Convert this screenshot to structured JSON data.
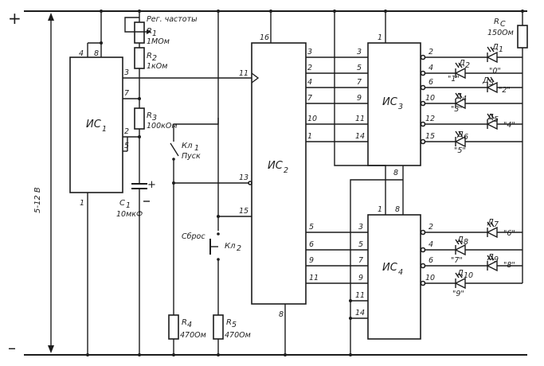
{
  "power": {
    "plus": "+",
    "minus": "–",
    "voltage": "5-12 В"
  },
  "chips": {
    "ic1": {
      "label": "ИС",
      "sub": "1",
      "pins": {
        "p4": "4",
        "p8": "8",
        "p3": "3",
        "p7": "7",
        "p2": "2",
        "p5": "5",
        "p1": "1"
      }
    },
    "ic2": {
      "label": "ИС",
      "sub": "2",
      "pins": {
        "p16": "16",
        "p11": "11",
        "p13": "13",
        "p15": "15",
        "p8": "8",
        "o3": "3",
        "o2": "2",
        "o4": "4",
        "o7": "7",
        "o10": "10",
        "o1": "1",
        "o5": "5",
        "o6": "6",
        "o9": "9",
        "o11": "11"
      }
    },
    "ic3": {
      "label": "ИС",
      "sub": "3",
      "pins": {
        "p1": "1",
        "p8": "8",
        "i3": "3",
        "i5": "5",
        "i7": "7",
        "i9": "9",
        "i11": "11",
        "i14": "14",
        "o2": "2",
        "o4": "4",
        "o6": "6",
        "o10": "10",
        "o12": "12",
        "o15": "15"
      }
    },
    "ic4": {
      "label": "ИС",
      "sub": "4",
      "pins": {
        "p1": "1",
        "p8": "8",
        "i3": "3",
        "i5": "5",
        "i7": "7",
        "i9": "9",
        "i11": "11",
        "i14": "14",
        "o2": "2",
        "o4": "4",
        "o6": "6",
        "o10": "10"
      }
    }
  },
  "parts": {
    "r1": {
      "label": "R",
      "sub": "1",
      "value": "1МОм",
      "note": "Рег. частоты"
    },
    "r2": {
      "label": "R",
      "sub": "2",
      "value": "1кОм"
    },
    "r3": {
      "label": "R",
      "sub": "3",
      "value": "100кОм"
    },
    "r4": {
      "label": "R",
      "sub": "4",
      "value": "470Ом"
    },
    "r5": {
      "label": "R",
      "sub": "5",
      "value": "470Ом"
    },
    "rc": {
      "label": "R",
      "sub": "С",
      "value": "150Ом"
    },
    "c1": {
      "label": "C",
      "sub": "1",
      "value": "10мкФ",
      "polarity": "+"
    },
    "kl1": {
      "label": "Кл",
      "sub": "1",
      "note": "Пуск"
    },
    "kl2": {
      "label": "Кл",
      "sub": "2",
      "note": "Сброс"
    }
  },
  "leds": [
    {
      "ref": "Д",
      "sub": "1",
      "digit": "\"0\""
    },
    {
      "ref": "Д",
      "sub": "2",
      "digit": "\"1\""
    },
    {
      "ref": "Д",
      "sub": "3",
      "digit": "\"2\""
    },
    {
      "ref": "Д",
      "sub": "4",
      "digit": "\"3\""
    },
    {
      "ref": "Д",
      "sub": "5",
      "digit": "\"4\""
    },
    {
      "ref": "Д",
      "sub": "6",
      "digit": "\"5\""
    },
    {
      "ref": "Д",
      "sub": "7",
      "digit": "\"6\""
    },
    {
      "ref": "Д",
      "sub": "8",
      "digit": "\"7\""
    },
    {
      "ref": "Д",
      "sub": "9",
      "digit": "\"8\""
    },
    {
      "ref": "Д",
      "sub": "10",
      "digit": "\"9\""
    }
  ]
}
